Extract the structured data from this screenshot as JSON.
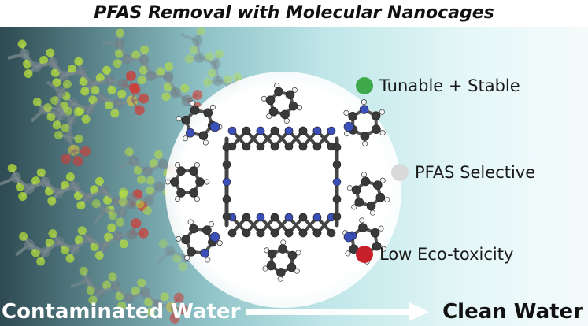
{
  "title": "PFAS Removal with Molecular Nanocages",
  "features": [
    {
      "label": "Tunable + Stable",
      "color": "#3ea84a"
    },
    {
      "label": "PFAS Selective",
      "color": "#d9d9d9"
    },
    {
      "label": "Low Eco-toxicity",
      "color": "#c8202a"
    }
  ],
  "flow": {
    "from_label": "Contaminated Water",
    "to_label": "Clean Water"
  },
  "atom_colors": {
    "fluorine": "#b9e13a",
    "oxygen": "#d23a34",
    "sulfur": "#d6c53a",
    "carbon": "#6f7f86",
    "nitrogen": "#3b4fb8",
    "cage_carbon": "#3a3a3a",
    "hydrogen": "#f2f2f2"
  }
}
